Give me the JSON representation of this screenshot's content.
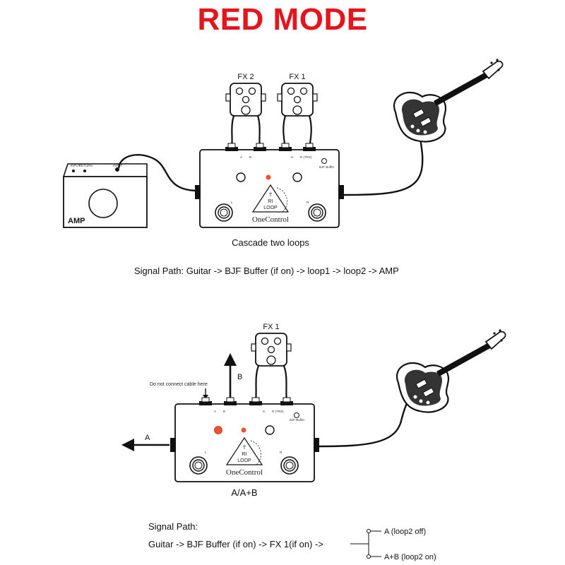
{
  "title": "RED MODE",
  "colors": {
    "title_red": "#e8141b",
    "led_red": "#f0522f",
    "ink": "#111111"
  },
  "top": {
    "fx_labels": [
      "FX 2",
      "FX 1"
    ],
    "amp_label": "AMP",
    "amp_jack_labels": [
      "INPUT",
      "RETURN",
      "INPUT"
    ],
    "caption": "Cascade two loops",
    "signal_path": "Signal Path: Guitar -> BJF Buffer (if on) -> loop1 -> loop2 -> AMP"
  },
  "bottom": {
    "fx_label": "FX 1",
    "arrow_a": "A",
    "arrow_b": "B",
    "note": "Do not connect cable here",
    "caption": "A/A+B",
    "signal_path_heading": "Signal Path:",
    "signal_path_line": "Guitar -> BJF Buffer (if on) -> FX 1(if on) ->",
    "branch_outputs": [
      "A (loop2 off)",
      "A+B (loop2 on)"
    ]
  },
  "device": {
    "logo_lines": [
      "T",
      "RI",
      "LOOP"
    ],
    "brand": "OneControl",
    "footswitch_labels": [
      "L",
      "R"
    ],
    "buffer_label": "BJF Buffer",
    "jack_top_labels": [
      "A",
      "B",
      "S",
      "R (TRS)"
    ]
  },
  "icons": [
    "guitar-icon",
    "effect-pedal-icon",
    "amp-icon",
    "arrow-left-icon",
    "arrow-up-icon",
    "arrow-down-icon"
  ]
}
